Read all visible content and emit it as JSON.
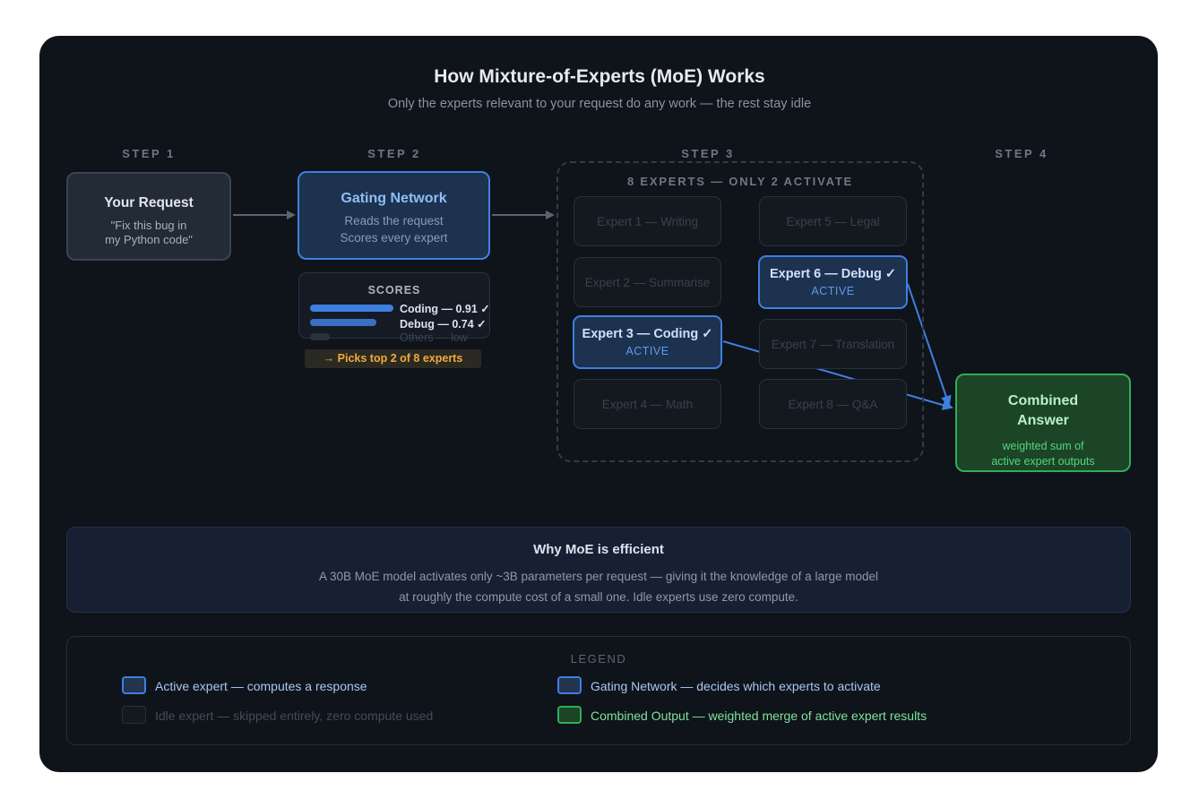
{
  "title": "How Mixture-of-Experts (MoE) Works",
  "subtitle": "Only the experts relevant to your request do any work — the rest stay idle",
  "steps": [
    "STEP 1",
    "STEP 2",
    "STEP 3",
    "STEP 4"
  ],
  "request": {
    "heading": "Your Request",
    "line1": "\"Fix this bug in",
    "line2": "my Python code\""
  },
  "gating": {
    "heading": "Gating Network",
    "line1": "Reads the request",
    "line2": "Scores every expert"
  },
  "scores": {
    "label": "SCORES",
    "items": [
      {
        "text": "Coding — 0.91 ✓",
        "value": 0.91
      },
      {
        "text": "Debug — 0.74 ✓",
        "value": 0.74
      },
      {
        "text": "Others — low"
      }
    ]
  },
  "pick_note": "→ Picks top 2 of 8 experts",
  "experts_title": "8 EXPERTS — ONLY 2 ACTIVATE",
  "experts": [
    {
      "label": "Expert 1 — Writing",
      "active": false
    },
    {
      "label": "Expert 2 — Summarise",
      "active": false
    },
    {
      "label": "Expert 3 — Coding ✓",
      "active": true
    },
    {
      "label": "Expert 4 — Math",
      "active": false
    },
    {
      "label": "Expert 5 — Legal",
      "active": false
    },
    {
      "label": "Expert 6 — Debug ✓",
      "active": true
    },
    {
      "label": "Expert 7 — Translation",
      "active": false
    },
    {
      "label": "Expert 8 — Q&A",
      "active": false
    }
  ],
  "active_tag": "ACTIVE",
  "combined": {
    "line1": "Combined",
    "line2": "Answer",
    "sub1": "weighted sum of",
    "sub2": "active expert outputs"
  },
  "why": {
    "heading": "Why MoE is efficient",
    "line1": "A 30B MoE model activates only ~3B parameters per request — giving it the knowledge of a large model",
    "line2": "at roughly the compute cost of a small one. Idle experts use zero compute."
  },
  "legend": {
    "title": "LEGEND",
    "items": [
      "Active expert — computes a response",
      "Idle expert — skipped entirely, zero compute used",
      "Gating Network — decides which experts to activate",
      "Combined Output — weighted merge of active expert results"
    ]
  },
  "colors": {
    "active": "#3f7fe0",
    "output": "#2fae54",
    "highlight": "#f2a93b",
    "background": "#0f131a"
  }
}
